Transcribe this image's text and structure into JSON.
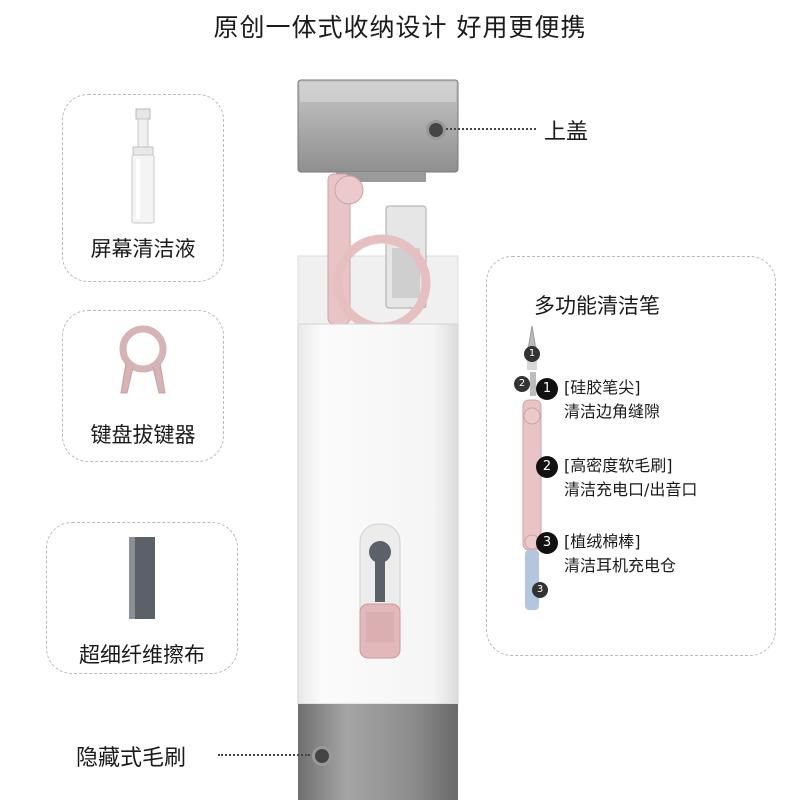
{
  "headline": "原创一体式收纳设计 好用更便携",
  "cards": {
    "spray": {
      "label": "屏幕清洁液",
      "icon": "spray-bottle-icon"
    },
    "keypuller": {
      "label": "键盘拔键器",
      "icon": "key-puller-icon"
    },
    "cloth": {
      "label": "超细纤维擦布",
      "icon": "microfiber-cloth-icon"
    }
  },
  "callouts": {
    "lid": "上盖",
    "brush": "隐藏式毛刷"
  },
  "pen": {
    "title": "多功能清洁笔",
    "markers": [
      "1",
      "2",
      "3"
    ],
    "features": [
      {
        "num": "1",
        "name": "[硅胶笔尖]",
        "desc": "清洁边角缝隙"
      },
      {
        "num": "2",
        "name": "[高密度软毛刷]",
        "desc": "清洁充电口/出音口"
      },
      {
        "num": "3",
        "name": "[植绒棉棒]",
        "desc": "清洁耳机充电仓"
      }
    ]
  },
  "colors": {
    "accent_pink": "#e9c4c6",
    "body_white": "#f6f6f6",
    "lid_grey": "#9c9c9c",
    "brush_grey": "#8b8b8b",
    "dark_grey": "#555b62"
  }
}
